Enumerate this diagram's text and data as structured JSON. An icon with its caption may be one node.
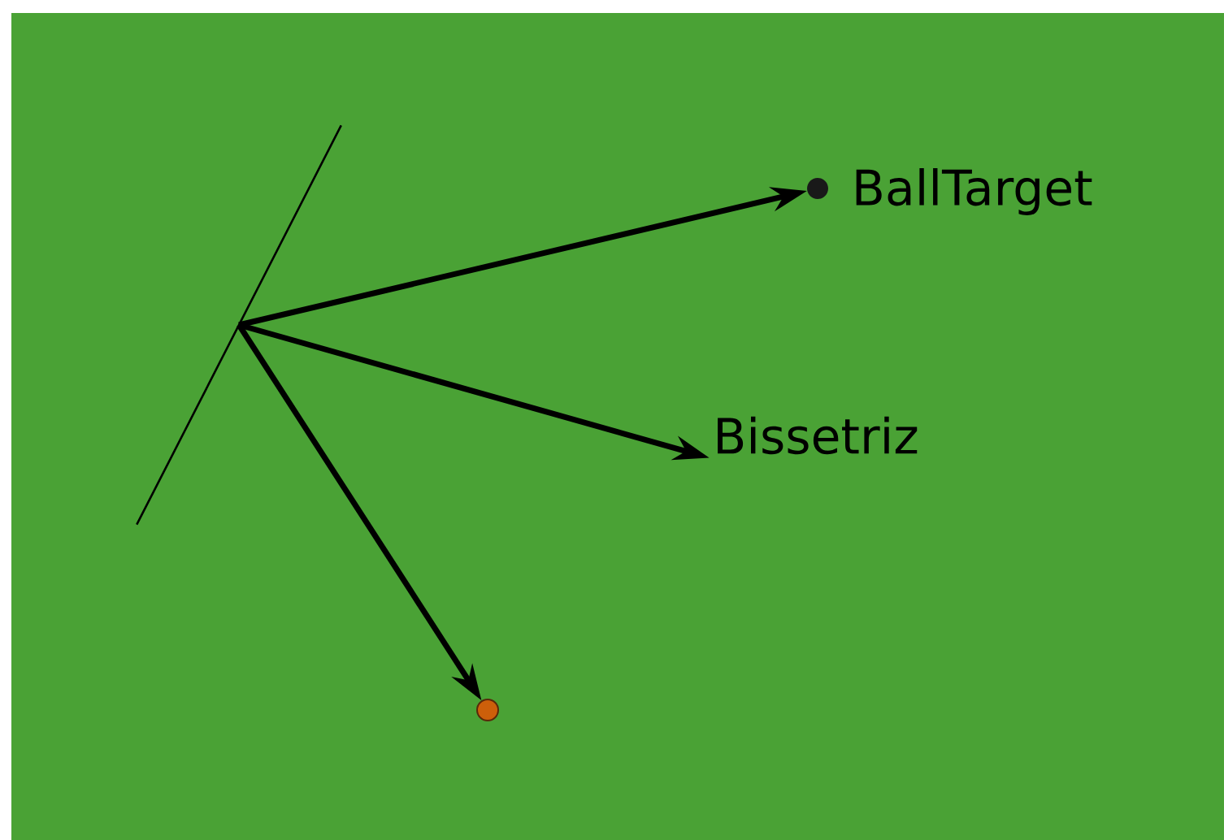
{
  "diagram": {
    "nodes": [
      {
        "text": [],
        "shape": "line"
      },
      {
        "text": [],
        "shape": "circle",
        "beside": [
          "BallTarget"
        ]
      },
      {
        "text": [
          "Bissetriz"
        ]
      },
      {
        "text": [],
        "shape": "circle"
      }
    ],
    "edges": [
      {
        "from": 0,
        "to": 1,
        "arrow": "to"
      },
      {
        "from": 0,
        "to": 2,
        "arrow": "to"
      },
      {
        "from": 0,
        "to": 3,
        "arrow": "to"
      }
    ]
  }
}
